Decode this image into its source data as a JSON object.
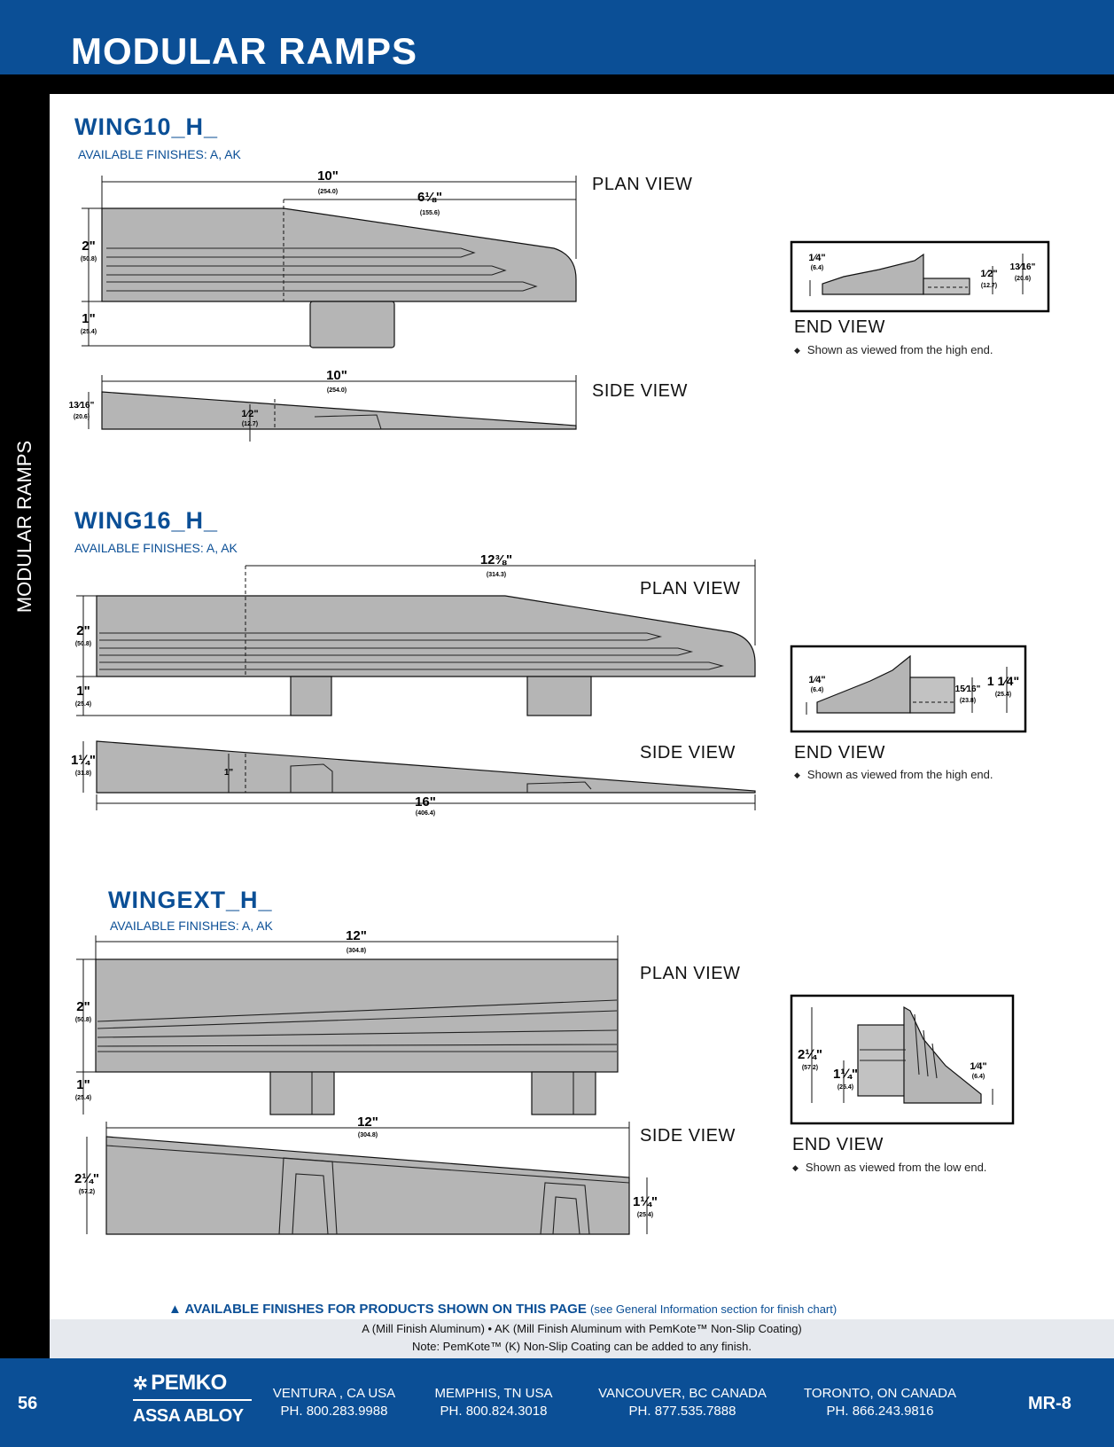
{
  "header": {
    "title": "MODULAR RAMPS"
  },
  "side_tab": {
    "label": "MODULAR RAMPS"
  },
  "products": [
    {
      "title": "WING10_H_",
      "finishes": "AVAILABLE FINISHES:  A, AK",
      "plan_label": "PLAN VIEW",
      "side_label": "SIDE VIEW",
      "end_label": "END VIEW",
      "end_note": "Shown as viewed from the high end.",
      "dims": {
        "plan_len": "10\"",
        "plan_len_mm": "(254.0)",
        "plan_taper": "6⅛\"",
        "plan_taper_mm": "(155.6)",
        "plan_width": "2\"",
        "plan_width_mm": "(50.8)",
        "plan_tab": "1\"",
        "plan_tab_mm": "(25.4)",
        "side_len": "10\"",
        "side_len_mm": "(254.0)",
        "side_h": "13⁄16\"",
        "side_h_mm": "(20.6)",
        "side_mid": "1⁄2\"",
        "side_mid_mm": "(12.7)",
        "end_a": "1⁄4\"",
        "end_a_mm": "(6.4)",
        "end_b": "1⁄2\"",
        "end_b_mm": "(12.7)",
        "end_c": "13⁄16\"",
        "end_c_mm": "(20.6)"
      }
    },
    {
      "title": "WING16_H_",
      "finishes": "AVAILABLE FINISHES:  A, AK",
      "plan_label": "PLAN VIEW",
      "side_label": "SIDE VIEW",
      "end_label": "END VIEW",
      "end_note": "Shown as viewed from the high end.",
      "dims": {
        "plan_len": "12⅜\"",
        "plan_len_mm": "(314.3)",
        "plan_width": "2\"",
        "plan_width_mm": "(50.8)",
        "plan_tab": "1\"",
        "plan_tab_mm": "(25.4)",
        "side_len": "16\"",
        "side_len_mm": "(406.4)",
        "side_h": "1¼\"",
        "side_h_mm": "(31.8)",
        "side_mid": "1\"",
        "end_a": "1⁄4\"",
        "end_a_mm": "(6.4)",
        "end_b": "15⁄16\"",
        "end_b_mm": "(23.8)",
        "end_c": "1 1⁄4\"",
        "end_c_mm": "(25.4)"
      }
    },
    {
      "title": "WINGEXT_H_",
      "finishes": "AVAILABLE FINISHES:  A, AK",
      "plan_label": "PLAN VIEW",
      "side_label": "SIDE VIEW",
      "end_label": "END VIEW",
      "end_note": "Shown as viewed from the low end.",
      "dims": {
        "plan_len": "12\"",
        "plan_len_mm": "(304.8)",
        "plan_width": "2\"",
        "plan_width_mm": "(50.8)",
        "plan_tab": "1\"",
        "plan_tab_mm": "(25.4)",
        "side_len": "12\"",
        "side_len_mm": "(304.8)",
        "side_h": "2¼\"",
        "side_h_mm": "(57.2)",
        "side_low": "1¼\"",
        "side_low_mm": "(25.4)",
        "end_a": "2¼\"",
        "end_a_mm": "(57.2)",
        "end_b": "1¼\"",
        "end_b_mm": "(25.4)",
        "end_c": "1⁄4\"",
        "end_c_mm": "(6.4)"
      }
    }
  ],
  "finishes_section": {
    "title": "AVAILABLE FINISHES FOR PRODUCTS SHOWN ON THIS PAGE",
    "reference": "(see General Information section for finish chart)",
    "line1": "A (Mill Finish Aluminum) • AK (Mill Finish Aluminum with PemKote™ Non-Slip Coating)",
    "line2": "Note: PemKote™ (K) Non-Slip Coating can be added to any finish."
  },
  "footer": {
    "page_number": "56",
    "page_code": "MR-8",
    "brand": "PEMKO",
    "parent_brand": "ASSA ABLOY",
    "offices": [
      {
        "city": "VENTURA , CA USA",
        "phone": "PH. 800.283.9988"
      },
      {
        "city": "MEMPHIS, TN USA",
        "phone": "PH. 800.824.3018"
      },
      {
        "city": "VANCOUVER, BC CANADA",
        "phone": "PH. 877.535.7888"
      },
      {
        "city": "TORONTO, ON CANADA",
        "phone": "PH. 866.243.9816"
      }
    ]
  },
  "colors": {
    "brand_blue": "#0b4f96",
    "part_gray": "#b5b5b5",
    "finish_band": "#e6e9ee"
  }
}
